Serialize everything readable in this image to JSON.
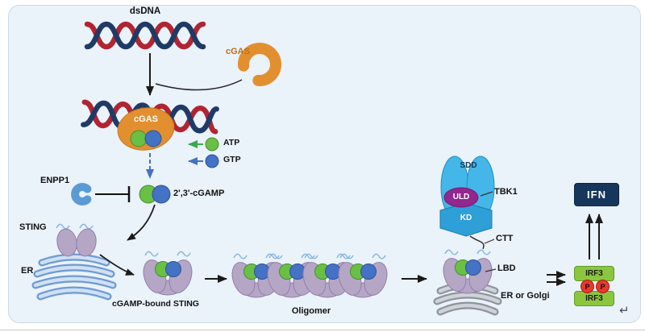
{
  "labels": {
    "dsdna": "dsDNA",
    "cgas_free": "cGAS",
    "cgas_bound": "cGAS",
    "atp": "ATP",
    "gtp": "GTP",
    "enpp1": "ENPP1",
    "cgamp": "2',3'-cGAMP",
    "sting": "STING",
    "er": "ER",
    "cgamp_bound_sting": "cGAMP-bound STING",
    "oligomer": "Oligomer",
    "sdd": "SDD",
    "uld": "ULD",
    "kd": "KD",
    "tbk1": "TBK1",
    "ctt": "CTT",
    "lbd": "LBD",
    "er_or_golgi": "ER or Golgi",
    "irf3_top": "IRF3",
    "p_left": "P",
    "p_right": "P",
    "irf3_bottom": "IRF3",
    "ifn": "IFN",
    "return_mark": "↵"
  },
  "colors": {
    "panel_bg": "#eaf2fa",
    "dna_red": "#b02531",
    "dna_navy": "#203a66",
    "cgas_orange": "#e2902f",
    "atp_green": "#6abf45",
    "gtp_blue": "#4472c4",
    "enpp1_blue": "#5b9bd5",
    "sting_mauve": "#b5a6c6",
    "er_membrane_blue": "#6d9bd1",
    "tbk1_blue": "#45b6e8",
    "uld_purple": "#92278f",
    "kd_blue": "#2f9fd8",
    "membrane_gray": "#8f949b",
    "irf3_green": "#8cc63f",
    "phospho_red": "#e8392e",
    "ifn_navy": "#16365c"
  }
}
